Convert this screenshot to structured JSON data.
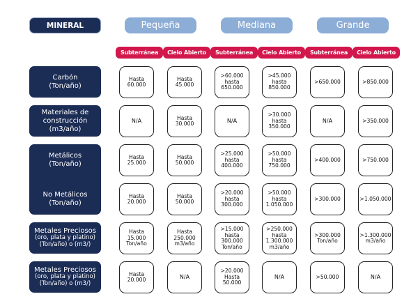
{
  "header": {
    "mineral": "MINERAL",
    "sizes": [
      "Pequeña",
      "Mediana",
      "Grande"
    ]
  },
  "subheaders": [
    "Subterránea",
    "Cielo Abierto",
    "Subterránea",
    "Cielo Abierto",
    "Subterránea",
    "Cielo Abierto"
  ],
  "rows": [
    {
      "label": [
        "Carbón",
        "(Ton/año)"
      ],
      "cells": [
        "Hasta\n60.000",
        "Hasta\n45.000",
        ">60.000\nhasta\n650.000",
        ">45.000\nhasta\n850.000",
        ">650.000",
        ">850.000"
      ]
    },
    {
      "label": [
        "Materiales de",
        "construcción",
        "(m3/año)"
      ],
      "cells": [
        "N/A",
        "Hasta\n30.000",
        "N/A",
        ">30.000\nhasta\n350.000",
        "N/A",
        ">350.000"
      ]
    },
    {
      "label": [
        "Metálicos",
        "(Ton/año)"
      ],
      "cells": [
        "Hasta\n25.000",
        "Hasta\n50.000",
        ">25.000\nhasta\n400.000",
        ">50.000\nhasta\n750.000",
        ">400.000",
        ">750.000"
      ]
    },
    {
      "label": [
        "No Metálicos",
        "(Ton/año)"
      ],
      "cells": [
        "Hasta\n20.000",
        "Hasta\n50.000",
        ">20.000\nhasta\n300.000",
        ">50.000\nhasta\n1.050.000",
        ">300.000",
        ">1.050.000"
      ]
    },
    {
      "label": [
        "Metales Preciosos",
        "(oro, plata y platino)",
        "(Ton/año) o (m3/)"
      ],
      "cells": [
        "Hasta\n15.000\nTon/año",
        "Hasta\n250.000\nm3/año",
        ">15.000\nhasta\n300.000\nTon/año",
        ">250.000\nhasta\n1.300.000\nm3/año",
        ">300.000\nTon/año",
        ">1.300.000\nm3/año"
      ]
    },
    {
      "label": [
        "Metales Preciosos",
        "(oro, plata y platino)",
        "(Ton/año) o (m3/)"
      ],
      "cells": [
        "Hasta\n20.000",
        "N/A",
        ">20.000\nHasta\n50.000",
        "N/A",
        ">50.000",
        "N/A"
      ]
    }
  ]
}
